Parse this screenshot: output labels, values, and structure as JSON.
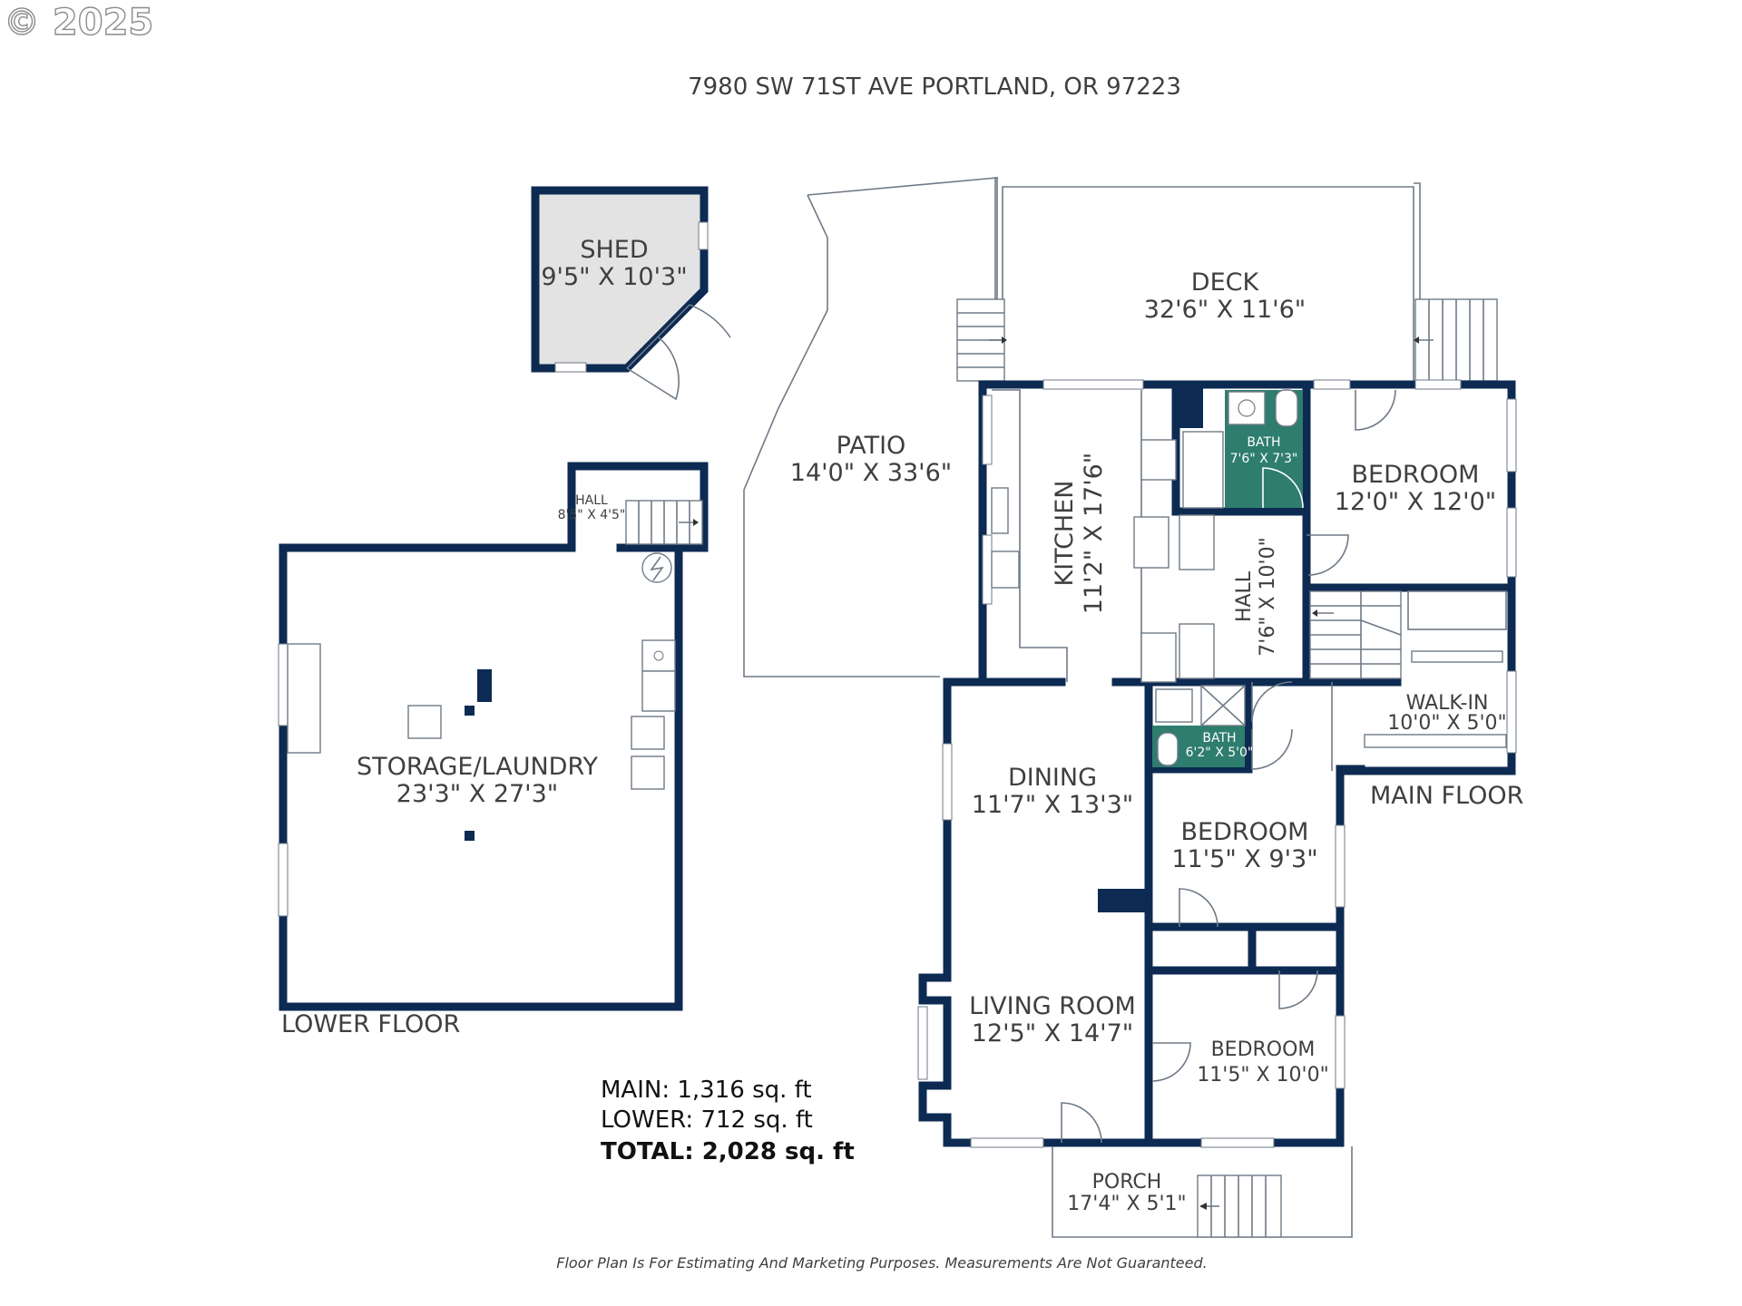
{
  "watermark": "© 2025",
  "address": "7980 SW 71ST AVE PORTLAND, OR 97223",
  "rooms": {
    "shed": {
      "name": "SHED",
      "size": "9'5\" X 10'3\""
    },
    "patio": {
      "name": "PATIO",
      "size": "14'0\" X 33'6\""
    },
    "deck": {
      "name": "DECK",
      "size": "32'6\" X 11'6\""
    },
    "kitchen": {
      "name": "KITCHEN",
      "size": "11'2\" X 17'6\""
    },
    "bath1": {
      "name": "BATH",
      "size": "7'6\" X 7'3\""
    },
    "bedroom1": {
      "name": "BEDROOM",
      "size": "12'0\" X 12'0\""
    },
    "hall_main": {
      "name": "HALL",
      "size": "7'6\" X 10'0\""
    },
    "hall_lower": {
      "name": "HALL",
      "size": "8'5\" X 4'5\""
    },
    "walkin": {
      "name": "WALK-IN",
      "size": "10'0\" X 5'0\""
    },
    "bath2": {
      "name": "BATH",
      "size": "6'2\" X 5'0\""
    },
    "dining": {
      "name": "DINING",
      "size": "11'7\" X 13'3\""
    },
    "bedroom2": {
      "name": "BEDROOM",
      "size": "11'5\" X 9'3\""
    },
    "living": {
      "name": "LIVING ROOM",
      "size": "12'5\" X 14'7\""
    },
    "bedroom3": {
      "name": "BEDROOM",
      "size": "11'5\" X 10'0\""
    },
    "porch": {
      "name": "PORCH",
      "size": "17'4\" X 5'1\""
    },
    "storage": {
      "name": "STORAGE/LAUNDRY",
      "size": "23'3\" X 27'3\""
    }
  },
  "floors": {
    "main": "MAIN FLOOR",
    "lower": "LOWER FLOOR"
  },
  "area": {
    "main_label": "MAIN:",
    "main_value": "1,316 sq. ft",
    "lower_label": "LOWER:",
    "lower_value": "712 sq. ft",
    "total_label": "TOTAL:",
    "total_value": "2,028 sq. ft"
  },
  "disclaimer": "Floor Plan Is For Estimating And Marketing Purposes. Measurements Are Not Guaranteed.",
  "colors": {
    "wall": "#0d2b52",
    "bath": "#2e7d6e",
    "shed_fill": "#e3e3e3"
  }
}
